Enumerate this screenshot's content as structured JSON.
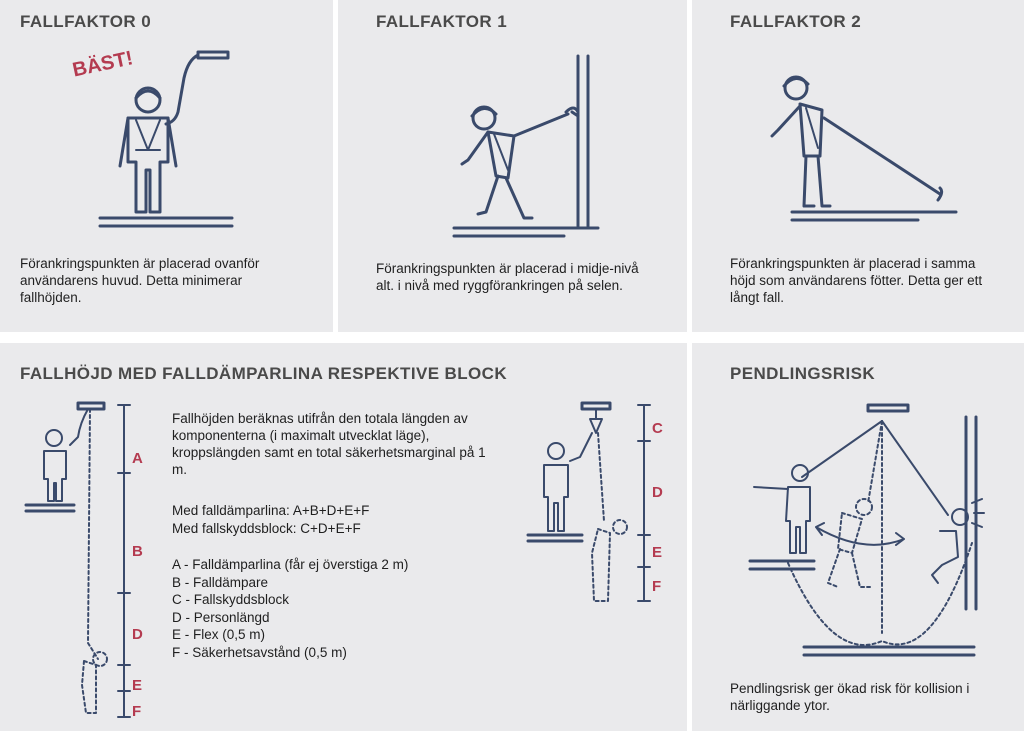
{
  "panels": {
    "ff0": {
      "title": "FALLFAKTOR 0",
      "badge": "BÄST!",
      "text": "Förankringspunkten är placerad ovanför användarens huvud. Detta minimerar fallhöjden."
    },
    "ff1": {
      "title": "FALLFAKTOR 1",
      "text": "Förankringspunkten är placerad i midje-nivå alt. i nivå med ryggförankringen på selen."
    },
    "ff2": {
      "title": "FALLFAKTOR 2",
      "text": "Förankringspunkten är placerad i samma höjd som användarens fötter. Detta ger ett långt fall."
    },
    "fallhojd": {
      "title": "FALLHÖJD MED FALLDÄMPARLINA RESPEKTIVE BLOCK",
      "intro": "Fallhöjden beräknas utifrån den totala längden av komponenterna (i maximalt utvecklat läge), kroppslängden samt en  total säkerhetsmarginal på 1 m.",
      "formula1": "Med falldämparlina: A+B+D+E+F",
      "formula2": "Med fallskyddsblock: C+D+E+F",
      "legend": [
        "A - Falldämparlina (får ej överstiga 2 m)",
        "B - Falldämpare",
        "C - Fallskyddsblock",
        "D - Personlängd",
        "E - Flex (0,5 m)",
        "F - Säkerhetsavstånd (0,5 m)"
      ],
      "letters_left": [
        "A",
        "B",
        "D",
        "E",
        "F"
      ],
      "letters_right": [
        "C",
        "D",
        "E",
        "F"
      ]
    },
    "pendling": {
      "title": "PENDLINGSRISK",
      "text": "Pendlingsrisk ger ökad risk för kollision i närliggande ytor."
    }
  },
  "colors": {
    "panel_bg": "#eaeaec",
    "line": "#3a4a6b",
    "accent": "#b43b50",
    "title": "#4a4a4a"
  }
}
